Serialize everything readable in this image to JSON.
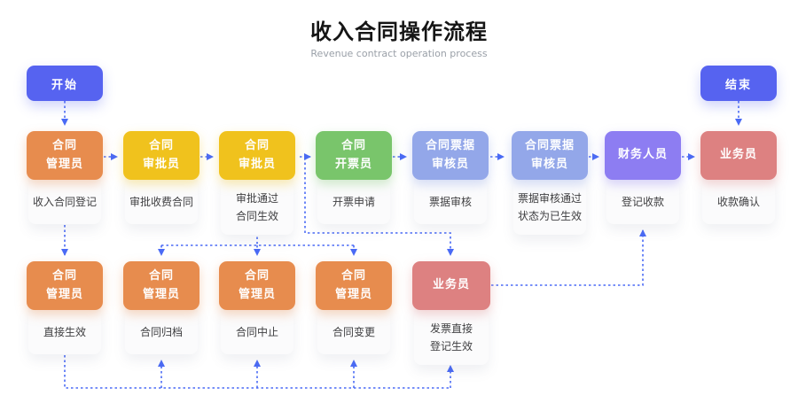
{
  "page": {
    "title": "收入合同操作流程",
    "subtitle": "Revenue contract operation process"
  },
  "colors": {
    "terminator_blue": "#5663f0",
    "arrow_blue": "#4a6af5",
    "orange": "#e78c4e",
    "yellow": "#f0c21d",
    "green": "#79c56b",
    "periwinkle": "#93a7e9",
    "purple": "#8d7df2",
    "salmon": "#dd8181",
    "card_body_bg": "#fbfbfc"
  },
  "flow": {
    "start_label": "开始",
    "end_label": "结束",
    "row1": [
      {
        "role": "合同\n管理员",
        "task": "收入合同登记",
        "color": "#e78c4e"
      },
      {
        "role": "合同\n审批员",
        "task": "审批收费合同",
        "color": "#f0c21d"
      },
      {
        "role": "合同\n审批员",
        "task": "审批通过\n合同生效",
        "color": "#f0c21d"
      },
      {
        "role": "合同\n开票员",
        "task": "开票申请",
        "color": "#79c56b"
      },
      {
        "role": "合同票据\n审核员",
        "task": "票据审核",
        "color": "#93a7e9"
      },
      {
        "role": "合同票据\n审核员",
        "task": "票据审核通过\n状态为已生效",
        "color": "#93a7e9"
      },
      {
        "role": "财务人员",
        "task": "登记收款",
        "color": "#8d7df2"
      },
      {
        "role": "业务员",
        "task": "收款确认",
        "color": "#dd8181"
      }
    ],
    "row2": [
      {
        "role": "合同\n管理员",
        "task": "直接生效",
        "color": "#e78c4e"
      },
      {
        "role": "合同\n管理员",
        "task": "合同归档",
        "color": "#e78c4e"
      },
      {
        "role": "合同\n管理员",
        "task": "合同中止",
        "color": "#e78c4e"
      },
      {
        "role": "合同\n管理员",
        "task": "合同变更",
        "color": "#e78c4e"
      },
      {
        "role": "业务员",
        "task": "发票直接\n登记生效",
        "color": "#dd8181"
      }
    ]
  }
}
